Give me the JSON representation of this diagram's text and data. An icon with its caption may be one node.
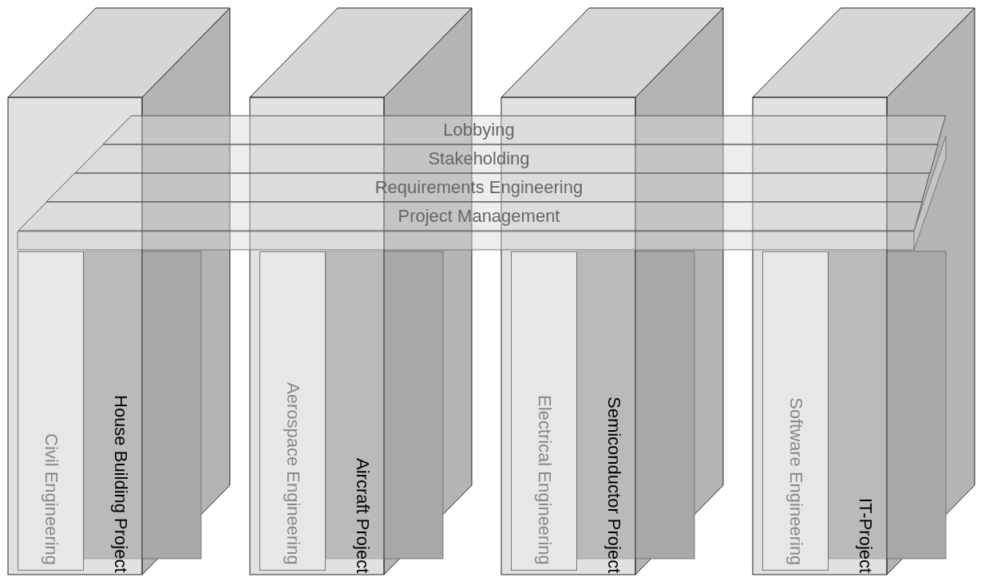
{
  "diagram": {
    "nodes": [
      {
        "text": [
          "Lobbying"
        ]
      },
      {
        "text": [
          "Stakeholding"
        ]
      },
      {
        "text": [
          "Requirements Engineering"
        ]
      },
      {
        "text": [
          "Project Management"
        ]
      },
      {
        "text": [
          "House Building Project"
        ]
      },
      {
        "text": [
          "Civil Engineering"
        ],
        "in": 4
      },
      {
        "text": [
          "Aircraft Project"
        ]
      },
      {
        "text": [
          "Aerospace Engineering"
        ],
        "in": 6
      },
      {
        "text": [
          "Semiconductor Project"
        ]
      },
      {
        "text": [
          "Electrical Engineering"
        ],
        "in": 8
      },
      {
        "text": [
          "IT-Project"
        ]
      },
      {
        "text": [
          "Software Engineering"
        ],
        "in": 10
      }
    ],
    "edges": []
  }
}
